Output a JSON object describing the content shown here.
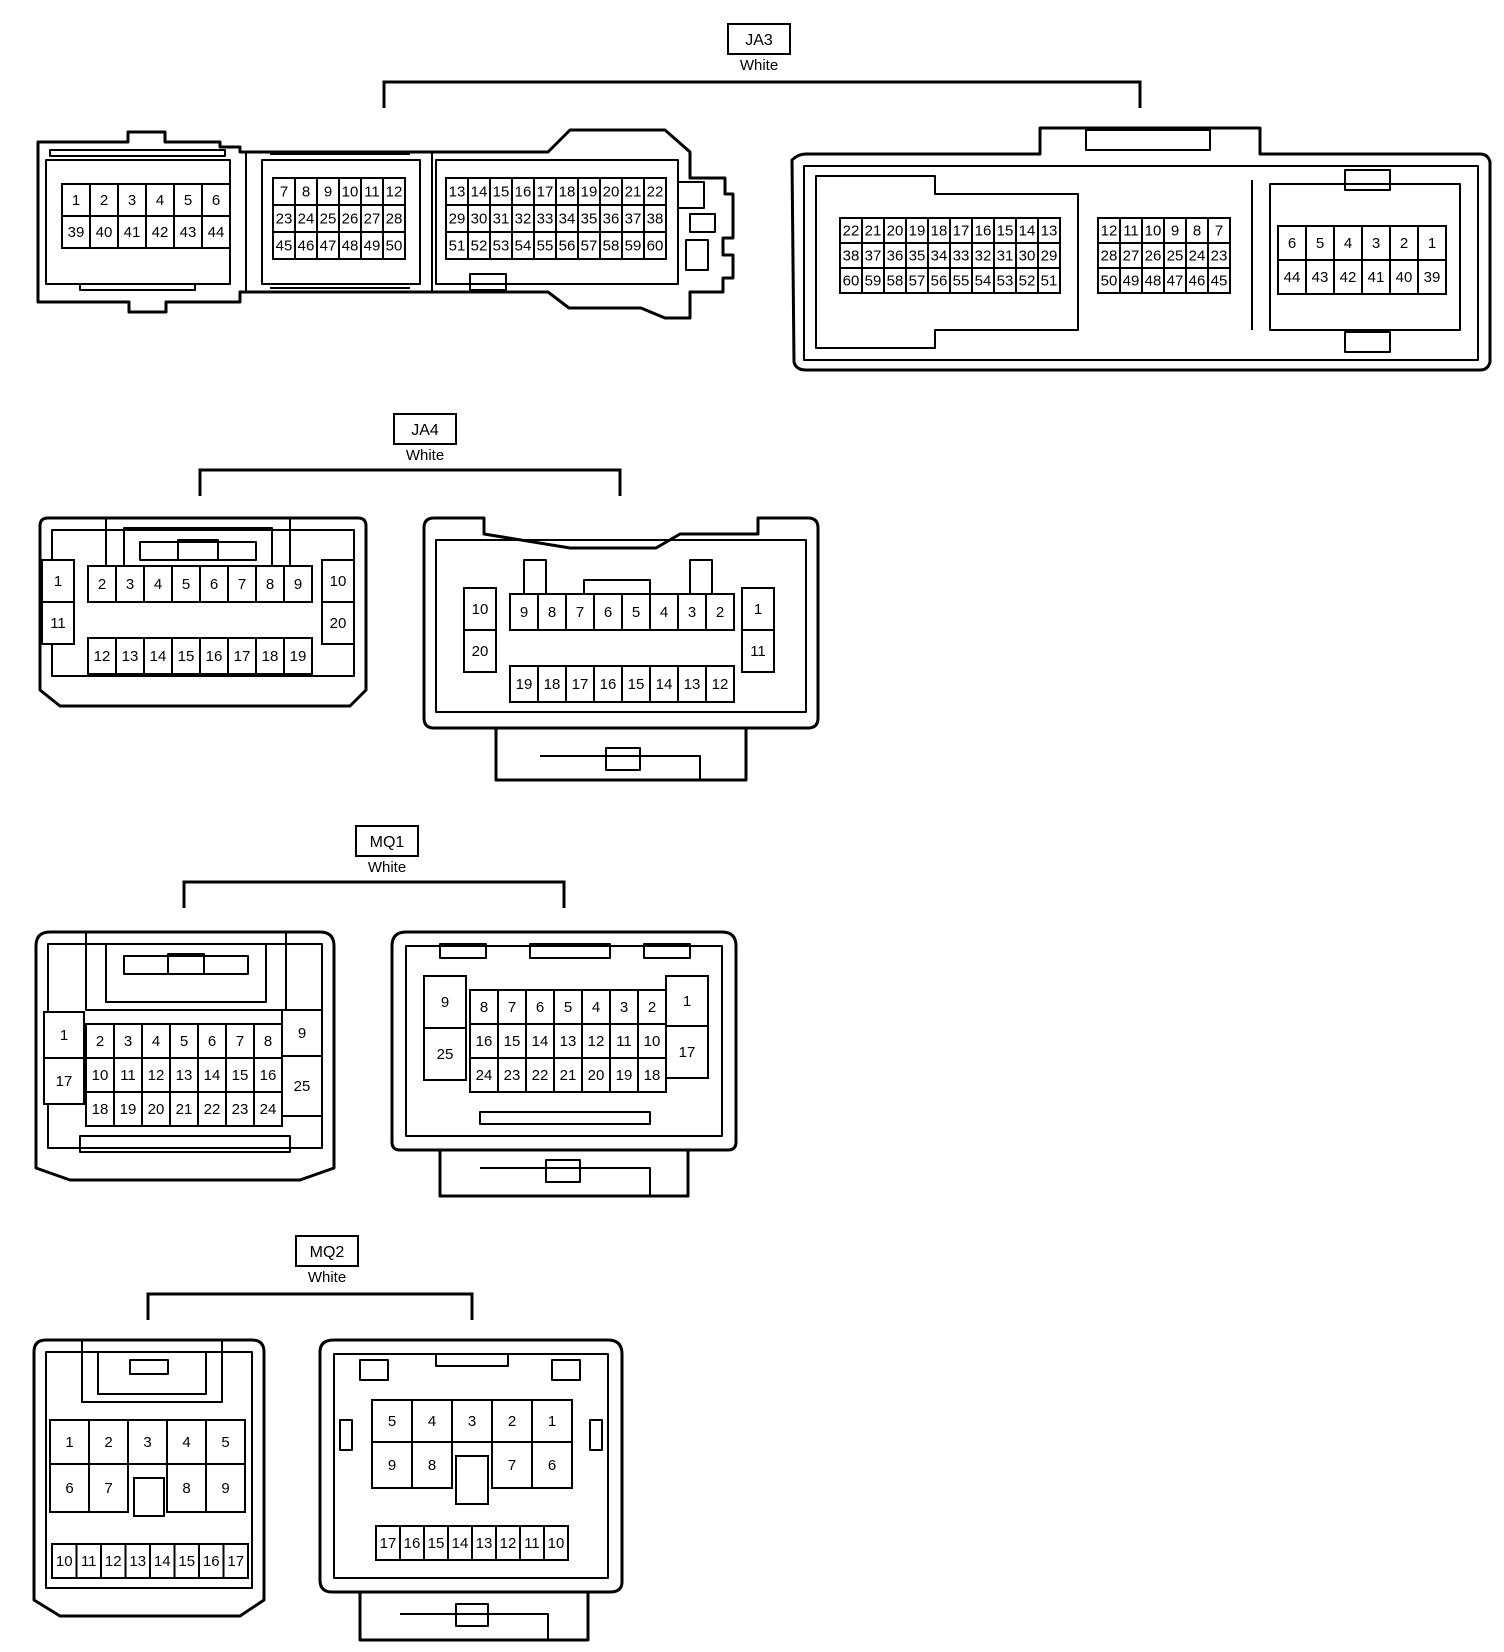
{
  "stroke_color": "#000000",
  "background_color": "#ffffff",
  "connectors": [
    {
      "id": "JA3",
      "label": "JA3",
      "color": "White",
      "views": [
        {
          "rows": [
            [
              "1",
              "2",
              "3",
              "4",
              "5",
              "6",
              "",
              "7",
              "8",
              "9",
              "10",
              "11",
              "12",
              "",
              "13",
              "14",
              "15",
              "16",
              "17",
              "18",
              "19",
              "20",
              "21",
              "22"
            ],
            [
              "39",
              "40",
              "41",
              "42",
              "43",
              "44",
              "",
              "23",
              "24",
              "25",
              "26",
              "27",
              "28",
              "",
              "29",
              "30",
              "31",
              "32",
              "33",
              "34",
              "35",
              "36",
              "37",
              "38"
            ],
            [
              "",
              "",
              "",
              "",
              "",
              "",
              "",
              "45",
              "46",
              "47",
              "48",
              "49",
              "50",
              "",
              "51",
              "52",
              "53",
              "54",
              "55",
              "56",
              "57",
              "58",
              "59",
              "60"
            ]
          ]
        },
        {
          "rows": [
            [
              "22",
              "21",
              "20",
              "19",
              "18",
              "17",
              "16",
              "15",
              "14",
              "13",
              "",
              "12",
              "11",
              "10",
              "9",
              "8",
              "7",
              "",
              "6",
              "5",
              "4",
              "3",
              "2",
              "1"
            ],
            [
              "38",
              "37",
              "36",
              "35",
              "34",
              "33",
              "32",
              "31",
              "30",
              "29",
              "",
              "28",
              "27",
              "26",
              "25",
              "24",
              "23",
              "",
              "44",
              "43",
              "42",
              "41",
              "40",
              "39"
            ],
            [
              "60",
              "59",
              "58",
              "57",
              "56",
              "55",
              "54",
              "53",
              "52",
              "51",
              "",
              "50",
              "49",
              "48",
              "47",
              "46",
              "45",
              "",
              "",
              "",
              "",
              "",
              "",
              ""
            ]
          ]
        }
      ]
    },
    {
      "id": "JA4",
      "label": "JA4",
      "color": "White",
      "views": [
        {
          "pins": [
            "1",
            "11",
            "2",
            "3",
            "4",
            "5",
            "6",
            "7",
            "8",
            "9",
            "12",
            "13",
            "14",
            "15",
            "16",
            "17",
            "18",
            "19",
            "10",
            "20"
          ]
        },
        {
          "pins": [
            "10",
            "20",
            "9",
            "8",
            "7",
            "6",
            "5",
            "4",
            "3",
            "2",
            "19",
            "18",
            "17",
            "16",
            "15",
            "14",
            "13",
            "12",
            "1",
            "11"
          ]
        }
      ]
    },
    {
      "id": "MQ1",
      "label": "MQ1",
      "color": "White",
      "views": [
        {
          "pins": [
            "1",
            "17",
            "2",
            "3",
            "4",
            "5",
            "6",
            "7",
            "8",
            "10",
            "11",
            "12",
            "13",
            "14",
            "15",
            "16",
            "18",
            "19",
            "20",
            "21",
            "22",
            "23",
            "24",
            "9",
            "25"
          ]
        },
        {
          "pins": [
            "9",
            "25",
            "8",
            "7",
            "6",
            "5",
            "4",
            "3",
            "2",
            "16",
            "15",
            "14",
            "13",
            "12",
            "11",
            "10",
            "24",
            "23",
            "22",
            "21",
            "20",
            "19",
            "18",
            "1",
            "17"
          ]
        }
      ]
    },
    {
      "id": "MQ2",
      "label": "MQ2",
      "color": "White",
      "views": [
        {
          "pins": [
            "1",
            "2",
            "3",
            "4",
            "5",
            "6",
            "7",
            "8",
            "9",
            "10",
            "11",
            "12",
            "13",
            "14",
            "15",
            "16",
            "17"
          ]
        },
        {
          "pins": [
            "5",
            "4",
            "3",
            "2",
            "1",
            "9",
            "8",
            "7",
            "6",
            "17",
            "16",
            "15",
            "14",
            "13",
            "12",
            "11",
            "10"
          ]
        }
      ]
    }
  ]
}
